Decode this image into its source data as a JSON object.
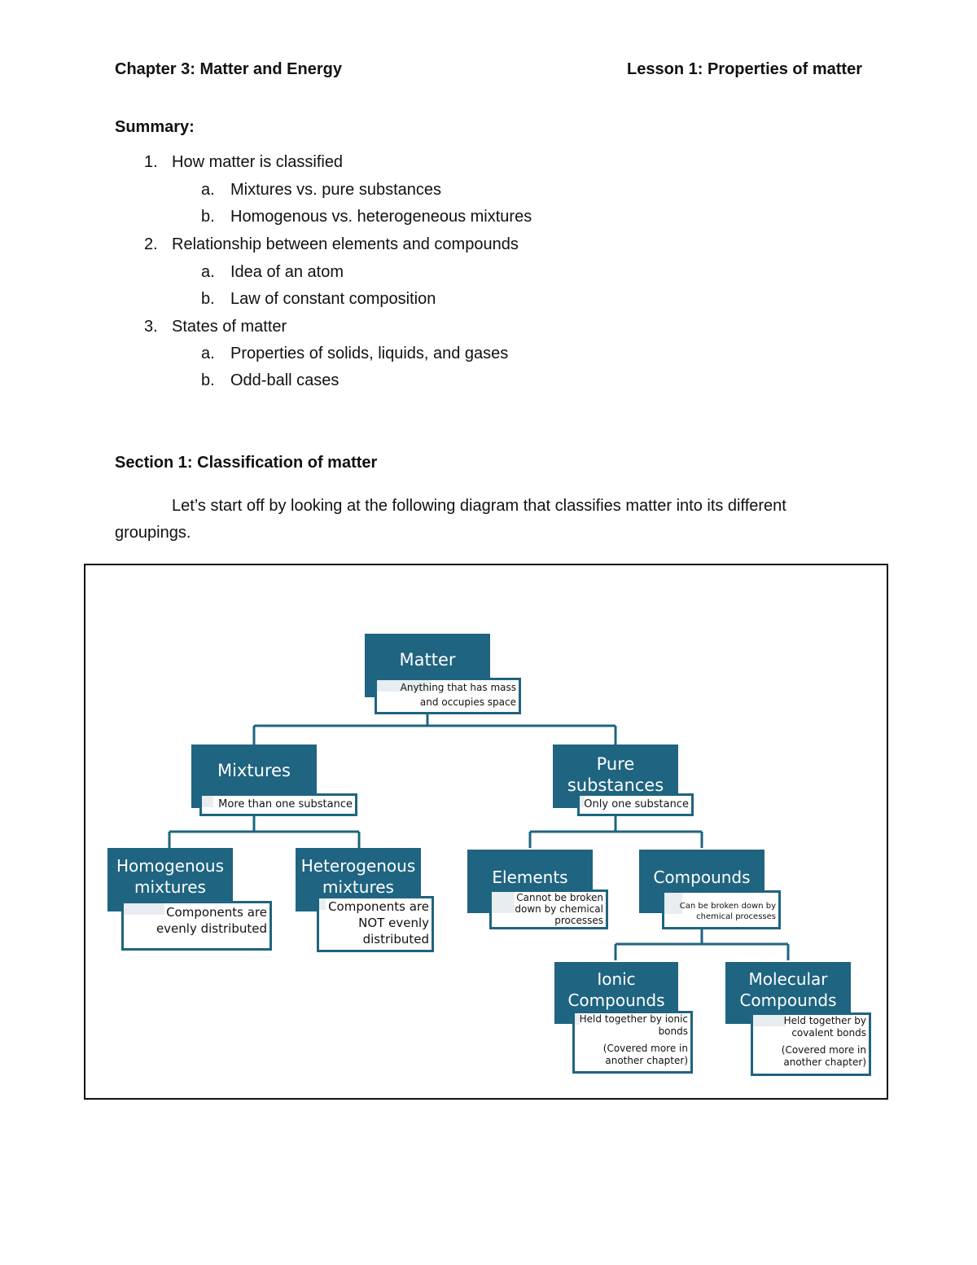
{
  "header": {
    "chapter": "Chapter 3: Matter and Energy",
    "lesson": "Lesson 1: Properties of matter"
  },
  "summary": {
    "title": "Summary:",
    "items": [
      {
        "num": "1.",
        "text": "How matter is classified",
        "sub": [
          {
            "num": "a.",
            "text": "Mixtures vs. pure substances"
          },
          {
            "num": "b.",
            "text": "Homogenous vs. heterogeneous mixtures"
          }
        ]
      },
      {
        "num": "2.",
        "text": "Relationship between elements and compounds",
        "sub": [
          {
            "num": "a.",
            "text": "Idea of an atom"
          },
          {
            "num": "b.",
            "text": "Law of constant composition"
          }
        ]
      },
      {
        "num": "3.",
        "text": "States of matter",
        "sub": [
          {
            "num": "a.",
            "text": "Properties of solids, liquids, and gases"
          },
          {
            "num": "b.",
            "text": "Odd-ball cases"
          }
        ]
      }
    ]
  },
  "section": {
    "title": "Section 1: Classification of matter",
    "paragraph": "Let’s start off by looking at the following diagram that classifies matter into its different groupings."
  },
  "diagram": {
    "colors": {
      "node": "#1f6480",
      "line": "#1f6480"
    },
    "matter": {
      "title": "Matter",
      "desc": "Anything that has mass and occupies space"
    },
    "mixtures": {
      "title": "Mixtures",
      "desc": "More than one substance"
    },
    "pure": {
      "title1": "Pure",
      "title2": "substances",
      "desc": "Only one substance"
    },
    "homogenous": {
      "title1": "Homogenous",
      "title2": "mixtures",
      "desc1": "Components are",
      "desc2": "evenly distributed"
    },
    "heterogenous": {
      "title1": "Heterogenous",
      "title2": "mixtures",
      "desc1": "Components are",
      "desc2": "NOT evenly",
      "desc3": "distributed"
    },
    "elements": {
      "title": "Elements",
      "desc1": "Cannot be broken",
      "desc2": "down by chemical",
      "desc3": "processes"
    },
    "compounds": {
      "title": "Compounds",
      "desc1": "Can be broken down by",
      "desc2": "chemical processes"
    },
    "ionic": {
      "title1": "Ionic",
      "title2": "Compounds",
      "desc1": "Held together by ionic",
      "desc2": "bonds",
      "desc3": "(Covered more in",
      "desc4": "another chapter)"
    },
    "molecular": {
      "title1": "Molecular",
      "title2": "Compounds",
      "desc1": "Held together by",
      "desc2": "covalent bonds",
      "desc3": "(Covered more in",
      "desc4": "another chapter)"
    }
  }
}
